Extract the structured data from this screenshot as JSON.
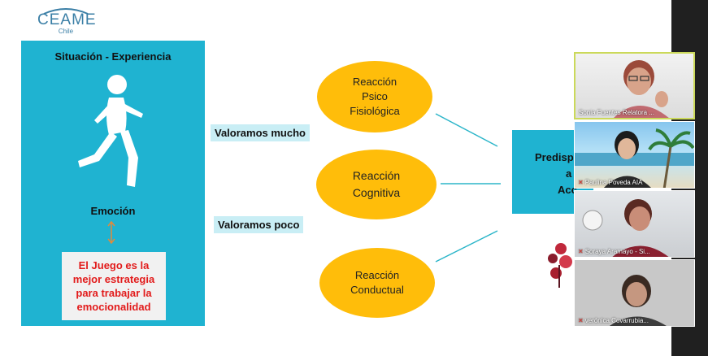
{
  "logo": {
    "name": "CEAME",
    "sub": "Chile"
  },
  "panel": {
    "title": "Situación - Experiencia",
    "emotion": "Emoción",
    "play_lines": [
      "El Juego es la",
      "mejor estrategia",
      "para trabajar la",
      "emocionalidad"
    ]
  },
  "labels": {
    "much": "Valoramos mucho",
    "little": "Valoramos poco"
  },
  "reactions": {
    "physio": [
      "Reacción",
      "Psico",
      "Fisiológica"
    ],
    "cognitive": [
      "Reacción",
      "Cognitiva"
    ],
    "behavioral": [
      "Reacción",
      "Conductual"
    ]
  },
  "predisposition": [
    "Predisp",
    "a",
    "Acc"
  ],
  "participants": [
    {
      "name": "Sonia Fuentes Relatora ..."
    },
    {
      "name": "Paulina Poveda AIA"
    },
    {
      "name": "Soraya Aramayo - Si..."
    },
    {
      "name": "verónica Covarrubia..."
    }
  ],
  "colors": {
    "accent_cyan": "#1fb3d1",
    "ellipse_orange": "#ffbd0a",
    "label_bg": "#c9eef5",
    "red_text": "#e21b1b"
  }
}
